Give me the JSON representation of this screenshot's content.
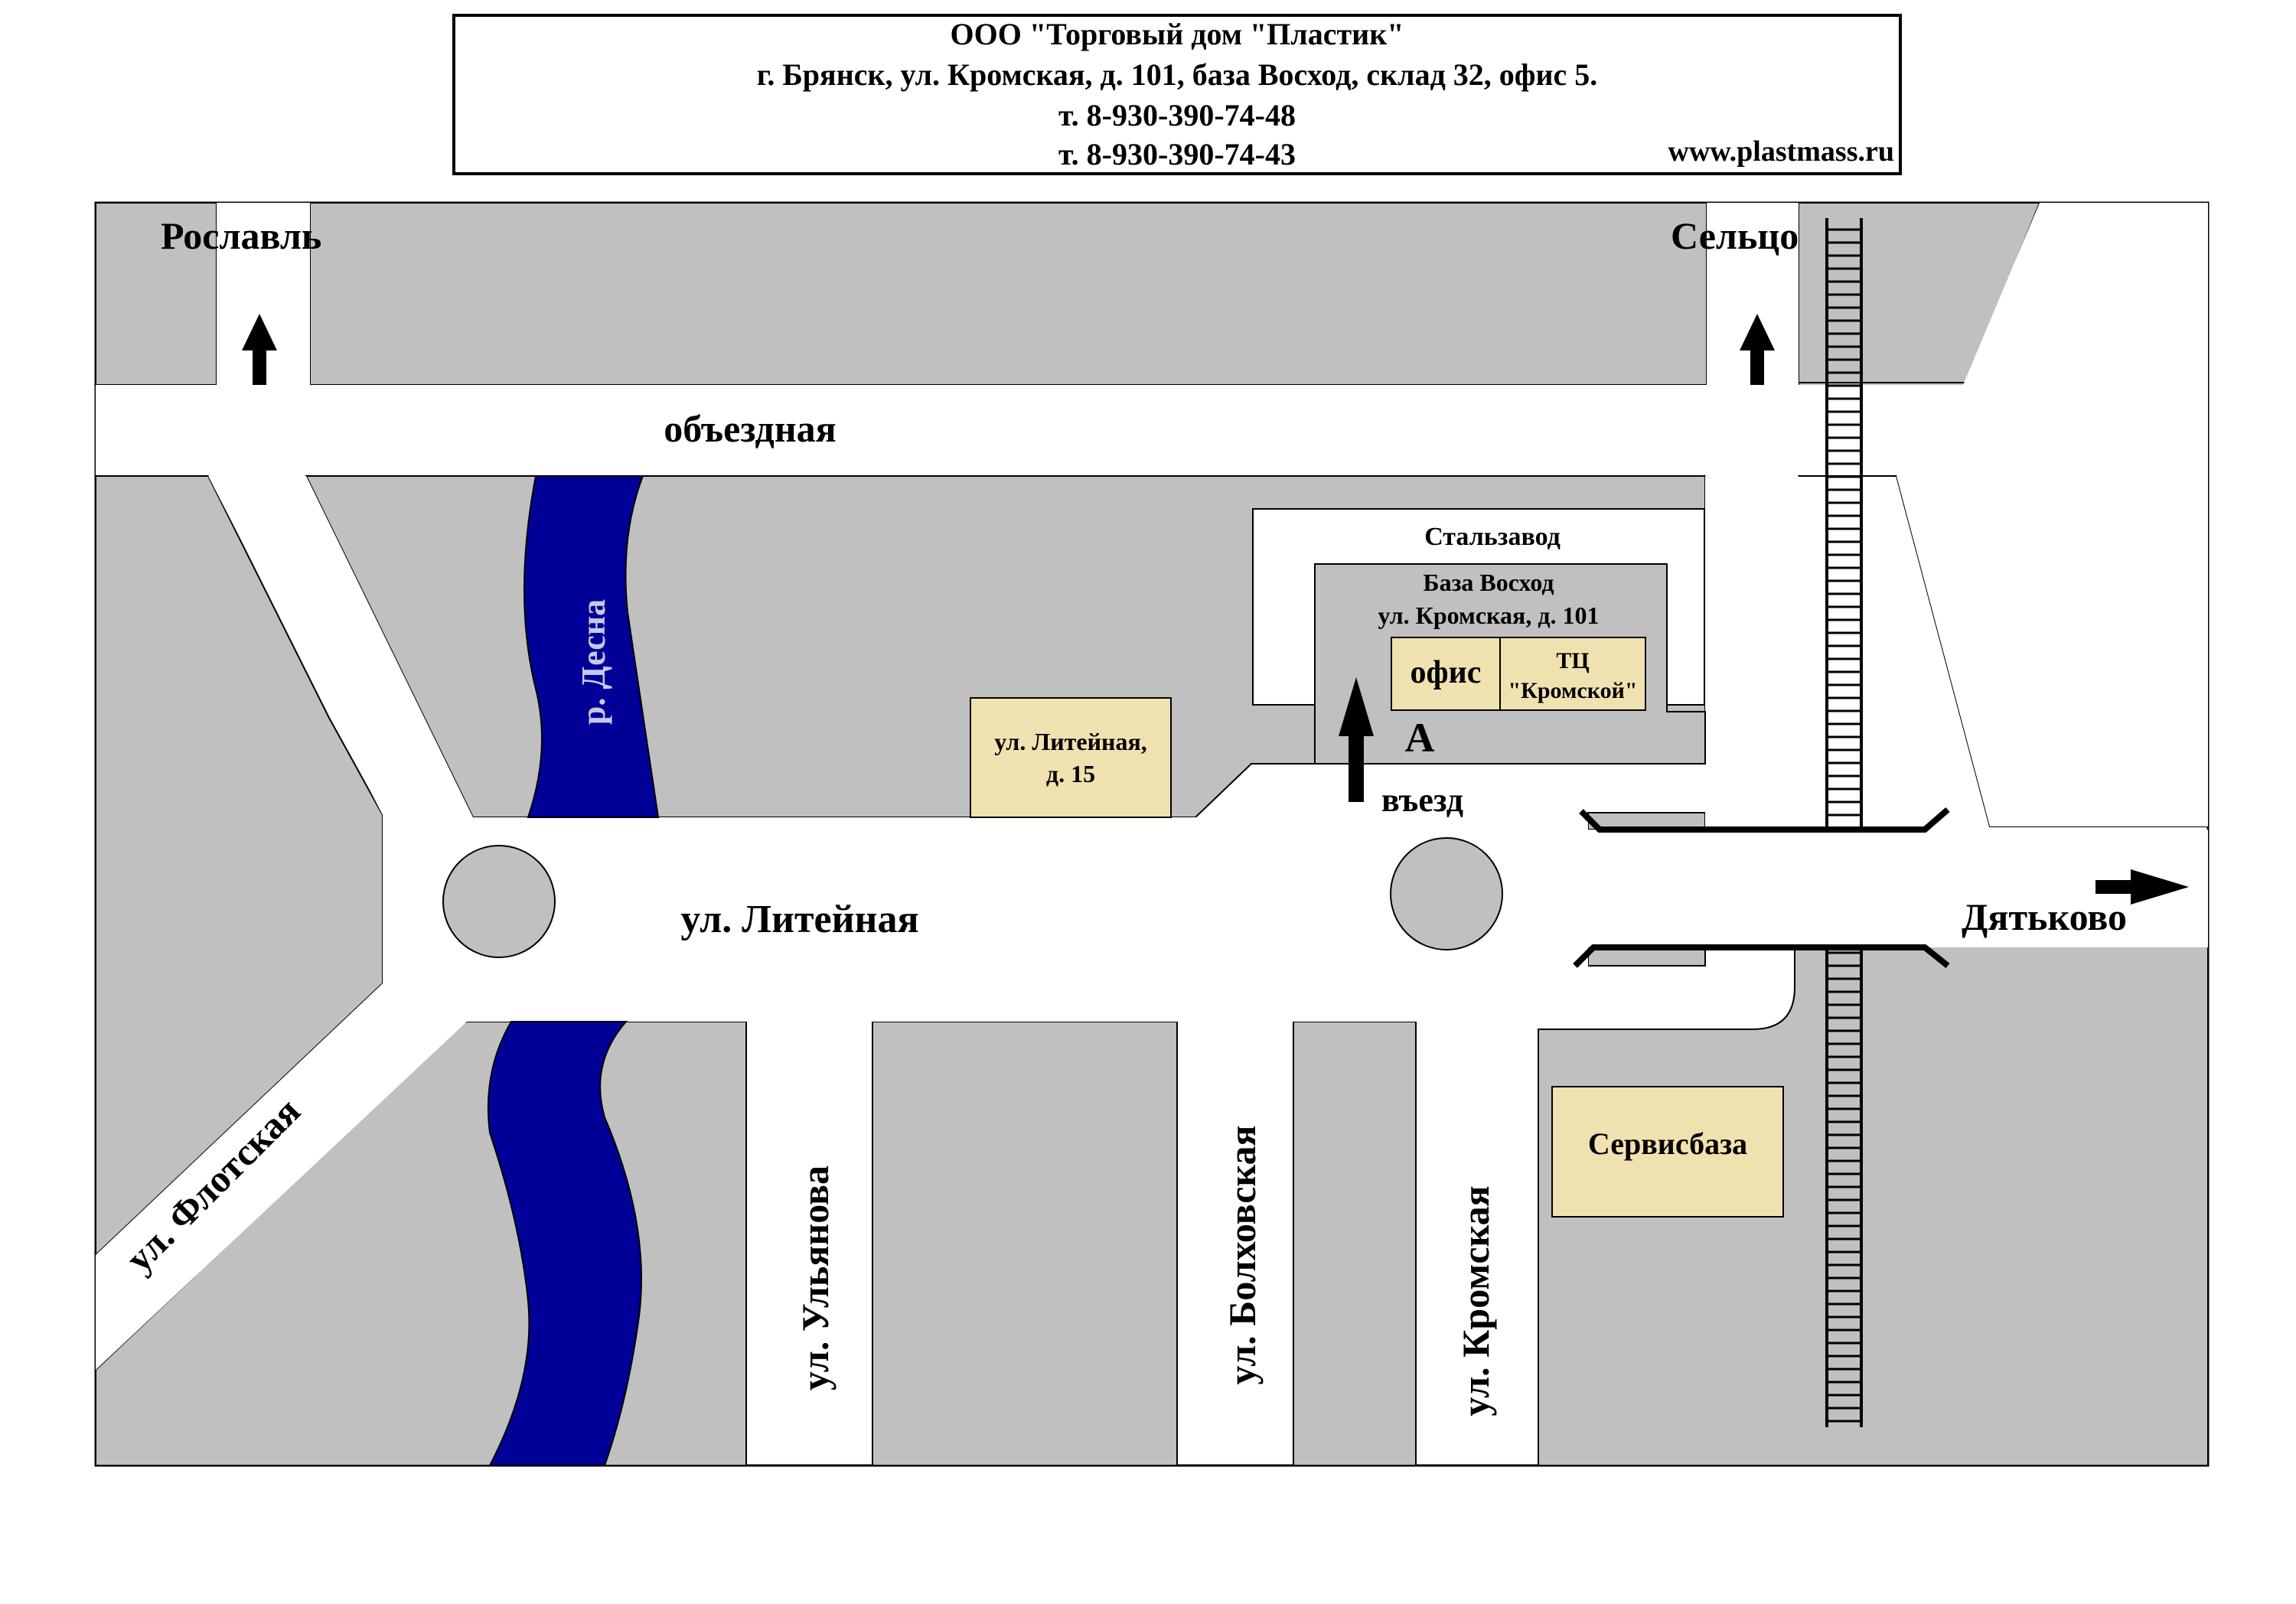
{
  "header": {
    "company": "ООО \"Торговый дом \"Пластик\"",
    "address": "г. Брянск, ул. Кромская, д. 101, база Восход, склад 32, офис 5.",
    "phone1": "т. 8-930-390-74-48",
    "phone2": "т. 8-930-390-74-43",
    "website": "www.plastmass.ru"
  },
  "map": {
    "directions": {
      "roslavl": "Рославль",
      "seltso": "Сельцо",
      "dyatkovo": "Дятьково"
    },
    "roads": {
      "bypass": "объездная",
      "liteynaya": "ул. Литейная",
      "flotskaya": "ул. Флотская",
      "ulyanova": "ул. Ульянова",
      "bolkhovskaya": "ул. Болховская",
      "kromskaya": "ул. Кромская"
    },
    "river": "р. Десна",
    "places": {
      "steelworks": "Стальзавод",
      "base_name": "База Восход",
      "base_address": "ул. Кромская, д. 101",
      "office": "офис",
      "mall_line1": "ТЦ",
      "mall_line2": "\"Кромской\"",
      "liteynaya15_line1": "ул. Литейная,",
      "liteynaya15_line2": "д. 15",
      "servicebase": "Сервисбаза"
    },
    "entry_marker": "А",
    "entry_label": "въезд",
    "colors": {
      "block": "#c0c0c0",
      "road": "#ffffff",
      "river": "#000099",
      "building": "#f0e2b0",
      "outline": "#000000"
    }
  }
}
